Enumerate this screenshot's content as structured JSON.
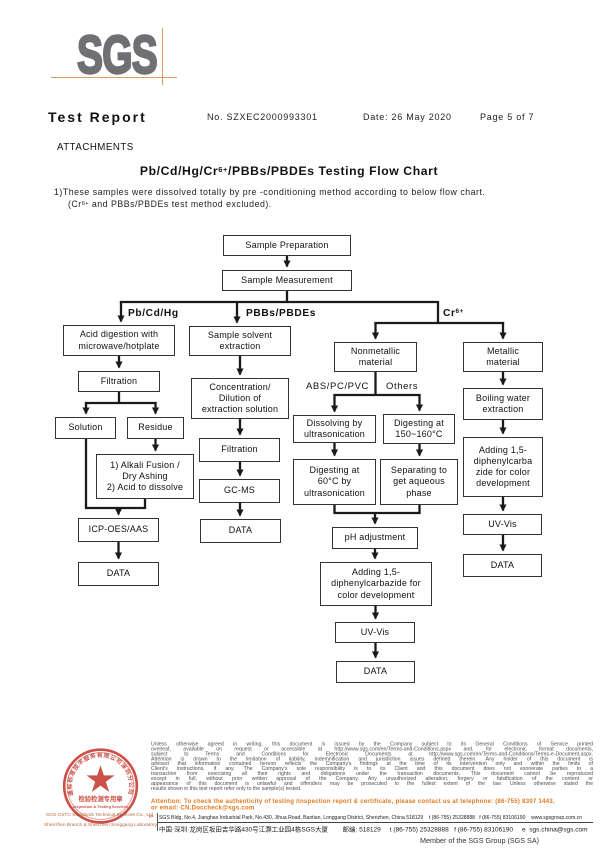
{
  "header": {
    "logo_text": "SGS",
    "report_title": "Test Report",
    "report_no": "No. SZXEC2000993301",
    "date": "Date: 26 May 2020",
    "page_info": "Page 5 of 7",
    "attachments_label": "ATTACHMENTS"
  },
  "title": {
    "pre": "Pb/Cd/Hg/Cr",
    "sup": "6+",
    "post": "/PBBs/PBDEs Testing Flow Chart"
  },
  "notes": {
    "line1": "1)These samples were dissolved totally by pre -conditioning method according to below flow chart.",
    "line2_pre": "(Cr",
    "line2_sup": "6+",
    "line2_post": " and PBBs/PBDEs test method excluded)."
  },
  "flowchart": {
    "branch_labels": {
      "pb": "Pb/Cd/Hg",
      "pbb": "PBBs/PBDEs",
      "cr_pre": "Cr",
      "cr_sup": "6+",
      "abs": "ABS/PC/PVC",
      "others": "Others"
    },
    "nodes": {
      "sample_preparation": "Sample Preparation",
      "sample_measurement": "Sample Measurement",
      "acid_digestion": "Acid digestion with\nmicrowave/hotplate",
      "filtration_pb": "Filtration",
      "solution": "Solution",
      "residue": "Residue",
      "alkali_fusion": "1) Alkali Fusion /\nDry Ashing\n2) Acid to dissolve",
      "icp": "ICP-OES/AAS",
      "data_pb": "DATA",
      "solvent_extraction": "Sample solvent\nextraction",
      "concentration": "Concentration/\nDilution of\nextraction solution",
      "filtration_pbb": "Filtration",
      "gcms": "GC-MS",
      "data_pbb": "DATA",
      "nonmetallic": "Nonmetallic\nmaterial",
      "metallic": "Metallic\nmaterial",
      "dissolving": "Dissolving by\nultrasonication",
      "digesting_150": "Digesting at\n150~160°C",
      "digesting_60": "Digesting at\n60°C by\nultrasonication",
      "separating": "Separating to\nget aqueous\nphase",
      "ph_adjustment": "pH adjustment",
      "adding_nonmetallic": "Adding 1,5-\ndiphenylcarbazide for\ncolor development",
      "uvvis_nonmetallic": "UV-Vis",
      "data_cr_nonmetallic": "DATA",
      "boiling_water": "Boiling water\nextraction",
      "adding_metallic": "Adding 1,5-\ndiphenylcarba\nzide for color\ndevelopment",
      "uvvis_metallic": "UV-Vis",
      "data_cr_metallic": "DATA"
    }
  },
  "stamp": {
    "arc_text": "通标标准技术服务有限公司深圳分公司",
    "seal_line1": "检验检测专用章",
    "seal_line2": "Inspection & Testing Services"
  },
  "footer": {
    "company_line1": "SGS-CSTC Standards Technical Services Co., Ltd.",
    "company_line2": "Shenzhen Branch & Shenzhen Songgang Laboratory",
    "fineprint_lines": [
      "Unless otherwise agreed in writing, this document is issued by the Company subject to its General Conditions of Service printed",
      "overleaf, available on request or accessible at http://www.sgs.com/en/Terms-and-Conditions.aspx and, for electronic format documents,",
      "subject to Terms and Conditions for Electronic Documents at http://www.sgs.com/en/Terms-and-Conditions/Terms-e-Document.aspx.",
      "Attention is drawn to the limitation of liability, indemnification and jurisdiction issues defined therein. Any holder of this document is",
      "advised that information contained hereon reflects the Company's findings at the time of its intervention only and within the limits of",
      "Client's instructions, if any. The Company's sole responsibility is to its Client and this document does not exonerate parties to a",
      "transaction from exercising all their rights and obligations under the transaction documents. This document cannot be reproduced",
      "except in full, without prior written approval of the Company. Any unauthorized alteration, forgery or falsification of the content or",
      "appearance of this document is unlawful and offenders may be prosecuted to the fullest extent of the law. Unless otherwise stated the",
      "results shown in this test report refer only to the sample(s) tested."
    ],
    "attention_line1": "Attention: To check the authenticity of testing /inspection report & certificate, please contact us at telephone: (86-755) 8307 1443,",
    "attention_line2": "or email: CN.Doccheck@sgs.com",
    "address_line1": "SGS Bldg, No.4, Jianghao Industrial Park, No.430, Jihua Road, Bantian, Longgang District, Shenzhen, China 518129    t (86-755) 25328888   f (86-755) 83106190    www.sgsgroup.com.cn",
    "address_line2": "中国·深圳·龙岗区坂田吉华路430号江灝工业园4栋SGS大厦        邮编: 518129     t (86-755) 25328888   f (86-755) 83106190     e  sgs.china@sgs.com",
    "member_line": "Member of the SGS Group (SGS SA)"
  }
}
